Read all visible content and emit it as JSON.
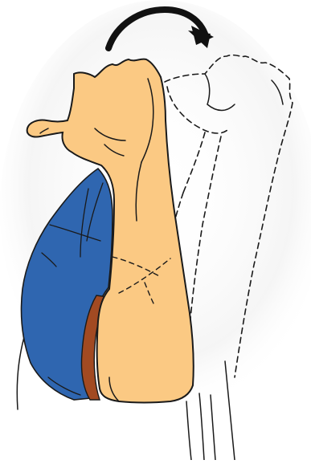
{
  "figure": {
    "colors": {
      "background": "#ffffff",
      "halo": "#f2f2f2",
      "outline": "#1a1a1a",
      "bone": "#fbc983",
      "mass": "#2f66b0",
      "rim": "#a24a22",
      "arrow": "#111111"
    },
    "parts": [
      "rotation-arrow",
      "solid-bone",
      "dashed-rotated-bone",
      "blue-mass",
      "brown-rim",
      "base-lines"
    ]
  }
}
